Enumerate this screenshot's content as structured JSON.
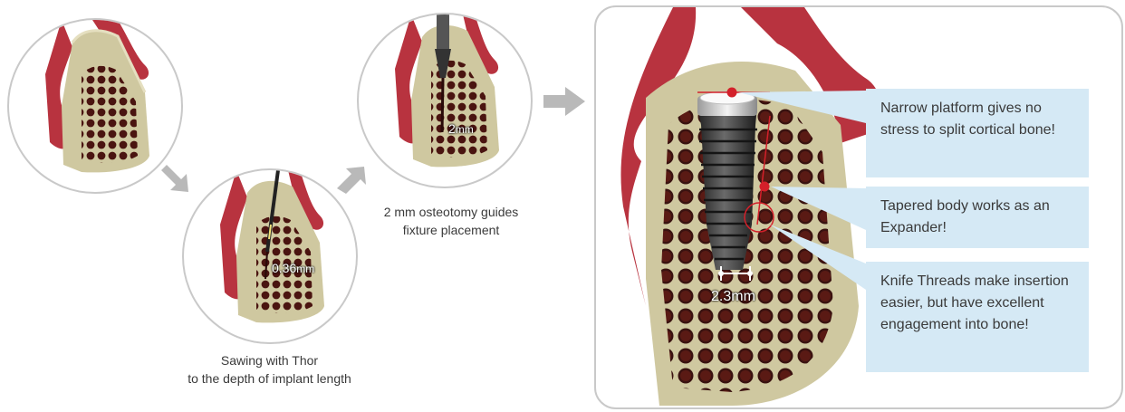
{
  "steps": {
    "step2": {
      "measure_value": "0.36",
      "measure_unit": "mm",
      "caption_line1": "Sawing with Thor",
      "caption_line2": "to the depth of implant length"
    },
    "step3": {
      "measure_value": "2",
      "measure_unit": "mm",
      "caption_line1": "2 mm osteotomy guides",
      "caption_line2": "fixture placement"
    }
  },
  "detail": {
    "measure_value": "2.3",
    "measure_unit": "mm",
    "callouts": [
      {
        "text": "Narrow platform gives no stress to split cortical bone!"
      },
      {
        "text": "Tapered body works as an Expander!"
      },
      {
        "text": "Knife Threads make insertion easier, but have excellent engagement into bone!"
      }
    ]
  },
  "colors": {
    "gum": "#b8333f",
    "gum_dark": "#8a1f2a",
    "bone": "#cfc8a0",
    "marrow": "#4a1410",
    "callout_bg": "#d5e9f5",
    "accent_red": "#d3202a",
    "arrow_gray": "#b9b9b9"
  }
}
